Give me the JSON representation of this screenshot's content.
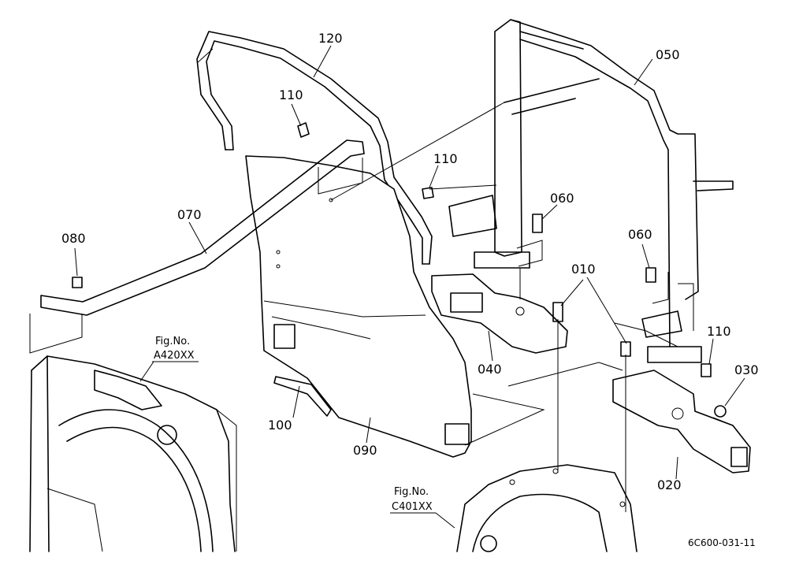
{
  "parts": [
    {
      "id": "p010",
      "number": "010"
    },
    {
      "id": "p020",
      "number": "020"
    },
    {
      "id": "p030",
      "number": "030"
    },
    {
      "id": "p040",
      "number": "040"
    },
    {
      "id": "p050",
      "number": "050"
    },
    {
      "id": "p060a",
      "number": "060"
    },
    {
      "id": "p060b",
      "number": "060"
    },
    {
      "id": "p070",
      "number": "070"
    },
    {
      "id": "p080",
      "number": "080"
    },
    {
      "id": "p090",
      "number": "090"
    },
    {
      "id": "p100",
      "number": "100"
    },
    {
      "id": "p110a",
      "number": "110"
    },
    {
      "id": "p110b",
      "number": "110"
    },
    {
      "id": "p110c",
      "number": "110"
    },
    {
      "id": "p120",
      "number": "120"
    }
  ],
  "references": [
    {
      "id": "refA",
      "line1": "Fig.No.",
      "line2": "A420XX"
    },
    {
      "id": "refC",
      "line1": "Fig.No.",
      "line2": "C401XX"
    }
  ],
  "drawing_code": "6C600-031-11"
}
